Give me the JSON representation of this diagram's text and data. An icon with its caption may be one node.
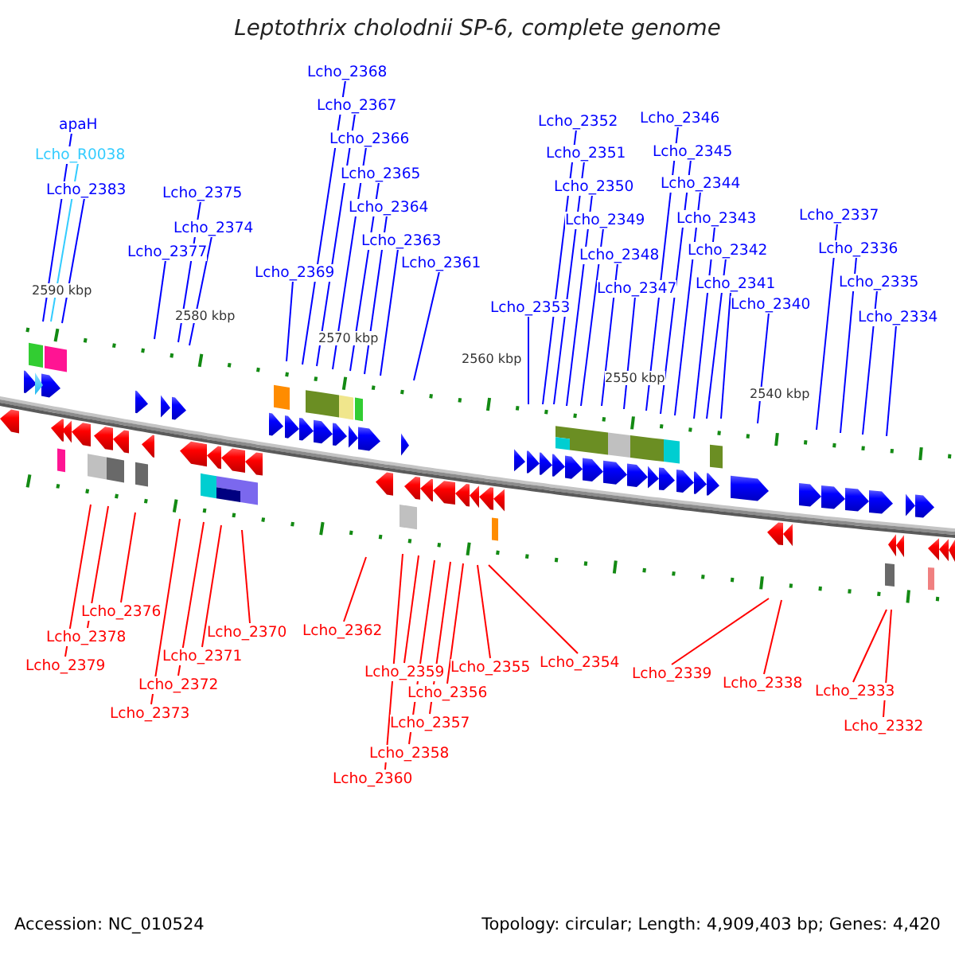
{
  "diagram": {
    "title": "Leptothrix cholodnii SP-6, complete genome",
    "nodes": [
      {
        "text": [
          "apaH"
        ]
      },
      {
        "text": [
          "Lcho_R0038"
        ]
      },
      {
        "text": [
          "Lcho_2383"
        ]
      },
      {
        "text": [
          "Lcho_2375"
        ]
      },
      {
        "text": [
          "Lcho_2374"
        ]
      },
      {
        "text": [
          "Lcho_2377"
        ]
      },
      {
        "text": [
          "Lcho_2368"
        ]
      },
      {
        "text": [
          "Lcho_2367"
        ]
      },
      {
        "text": [
          "Lcho_2366"
        ]
      },
      {
        "text": [
          "Lcho_2365"
        ]
      },
      {
        "text": [
          "Lcho_2364"
        ]
      },
      {
        "text": [
          "Lcho_2363"
        ]
      },
      {
        "text": [
          "Lcho_2361"
        ]
      },
      {
        "text": [
          "Lcho_2369"
        ]
      },
      {
        "text": [
          "Lcho_2352"
        ]
      },
      {
        "text": [
          "Lcho_2351"
        ]
      },
      {
        "text": [
          "Lcho_2350"
        ]
      },
      {
        "text": [
          "Lcho_2349"
        ]
      },
      {
        "text": [
          "Lcho_2348"
        ]
      },
      {
        "text": [
          "Lcho_2347"
        ]
      },
      {
        "text": [
          "Lcho_2353"
        ]
      },
      {
        "text": [
          "Lcho_2346"
        ]
      },
      {
        "text": [
          "Lcho_2345"
        ]
      },
      {
        "text": [
          "Lcho_2344"
        ]
      },
      {
        "text": [
          "Lcho_2343"
        ]
      },
      {
        "text": [
          "Lcho_2342"
        ]
      },
      {
        "text": [
          "Lcho_2341"
        ]
      },
      {
        "text": [
          "Lcho_2340"
        ]
      },
      {
        "text": [
          "Lcho_2337"
        ]
      },
      {
        "text": [
          "Lcho_2336"
        ]
      },
      {
        "text": [
          "Lcho_2335"
        ]
      },
      {
        "text": [
          "Lcho_2334"
        ]
      },
      {
        "text": [
          "Lcho_2376"
        ]
      },
      {
        "text": [
          "Lcho_2378"
        ]
      },
      {
        "text": [
          "Lcho_2379"
        ]
      },
      {
        "text": [
          "Lcho_2370"
        ]
      },
      {
        "text": [
          "Lcho_2371"
        ]
      },
      {
        "text": [
          "Lcho_2372"
        ]
      },
      {
        "text": [
          "Lcho_2373"
        ]
      },
      {
        "text": [
          "Lcho_2362"
        ]
      },
      {
        "text": [
          "Lcho_2359"
        ]
      },
      {
        "text": [
          "Lcho_2355"
        ]
      },
      {
        "text": [
          "Lcho_2356"
        ]
      },
      {
        "text": [
          "Lcho_2357"
        ]
      },
      {
        "text": [
          "Lcho_2358"
        ]
      },
      {
        "text": [
          "Lcho_2360"
        ]
      },
      {
        "text": [
          "Lcho_2354"
        ]
      },
      {
        "text": [
          "Lcho_2339"
        ]
      },
      {
        "text": [
          "Lcho_2338"
        ]
      },
      {
        "text": [
          "Lcho_2333"
        ]
      },
      {
        "text": [
          "Lcho_2332"
        ]
      }
    ],
    "edges": [
      {
        "from": 0,
        "to": null,
        "arrow": "none"
      },
      {
        "from": 1,
        "to": null,
        "arrow": "none",
        "color": "#33ccff"
      },
      {
        "from": 2,
        "to": null,
        "arrow": "none"
      },
      {
        "from": 3,
        "to": null,
        "arrow": "none"
      },
      {
        "from": 4,
        "to": null,
        "arrow": "none"
      },
      {
        "from": 5,
        "to": null,
        "arrow": "none"
      },
      {
        "from": 6,
        "to": null,
        "arrow": "none"
      },
      {
        "from": 7,
        "to": null,
        "arrow": "none"
      },
      {
        "from": 8,
        "to": null,
        "arrow": "none"
      },
      {
        "from": 9,
        "to": null,
        "arrow": "none"
      },
      {
        "from": 10,
        "to": null,
        "arrow": "none"
      },
      {
        "from": 11,
        "to": null,
        "arrow": "none"
      },
      {
        "from": 12,
        "to": null,
        "arrow": "none"
      },
      {
        "from": 13,
        "to": null,
        "arrow": "none"
      },
      {
        "from": 14,
        "to": null,
        "arrow": "none"
      },
      {
        "from": 15,
        "to": null,
        "arrow": "none"
      },
      {
        "from": 16,
        "to": null,
        "arrow": "none"
      },
      {
        "from": 17,
        "to": null,
        "arrow": "none"
      },
      {
        "from": 18,
        "to": null,
        "arrow": "none"
      },
      {
        "from": 19,
        "to": null,
        "arrow": "none"
      },
      {
        "from": 20,
        "to": null,
        "arrow": "none"
      },
      {
        "from": 21,
        "to": null,
        "arrow": "none"
      },
      {
        "from": 22,
        "to": null,
        "arrow": "none"
      },
      {
        "from": 23,
        "to": null,
        "arrow": "none"
      },
      {
        "from": 24,
        "to": null,
        "arrow": "none"
      },
      {
        "from": 25,
        "to": null,
        "arrow": "none"
      },
      {
        "from": 26,
        "to": null,
        "arrow": "none"
      },
      {
        "from": 27,
        "to": null,
        "arrow": "none"
      },
      {
        "from": 28,
        "to": null,
        "arrow": "none"
      },
      {
        "from": 29,
        "to": null,
        "arrow": "none"
      },
      {
        "from": 30,
        "to": null,
        "arrow": "none"
      },
      {
        "from": 31,
        "to": null,
        "arrow": "none"
      },
      {
        "from": 32,
        "to": null,
        "arrow": "none",
        "color": "#ff0000"
      },
      {
        "from": 33,
        "to": null,
        "arrow": "none",
        "color": "#ff0000"
      },
      {
        "from": 34,
        "to": null,
        "arrow": "none",
        "color": "#ff0000"
      },
      {
        "from": 35,
        "to": null,
        "arrow": "none",
        "color": "#ff0000"
      },
      {
        "from": 36,
        "to": null,
        "arrow": "none",
        "color": "#ff0000"
      },
      {
        "from": 37,
        "to": null,
        "arrow": "none",
        "color": "#ff0000"
      },
      {
        "from": 38,
        "to": null,
        "arrow": "none",
        "color": "#ff0000"
      },
      {
        "from": 39,
        "to": null,
        "arrow": "none",
        "color": "#ff0000"
      },
      {
        "from": 40,
        "to": null,
        "arrow": "none",
        "color": "#ff0000"
      },
      {
        "from": 41,
        "to": null,
        "arrow": "none",
        "color": "#ff0000"
      },
      {
        "from": 42,
        "to": null,
        "arrow": "none",
        "color": "#ff0000"
      },
      {
        "from": 43,
        "to": null,
        "arrow": "none",
        "color": "#ff0000"
      },
      {
        "from": 44,
        "to": null,
        "arrow": "none",
        "color": "#ff0000"
      },
      {
        "from": 45,
        "to": null,
        "arrow": "none",
        "color": "#ff0000"
      },
      {
        "from": 46,
        "to": null,
        "arrow": "none",
        "color": "#ff0000"
      },
      {
        "from": 47,
        "to": null,
        "arrow": "none",
        "color": "#ff0000"
      },
      {
        "from": 48,
        "to": null,
        "arrow": "none",
        "color": "#ff0000"
      },
      {
        "from": 49,
        "to": null,
        "arrow": "none",
        "color": "#ff0000"
      },
      {
        "from": 50,
        "to": null,
        "arrow": "none",
        "color": "#ff0000"
      }
    ],
    "labels": [
      "2590 kbp",
      "2580 kbp",
      "2570 kbp",
      "2560 kbp",
      "2550 kbp",
      "2540 kbp",
      "Accession: NC_010524",
      "Topology: circular; Length: 4,909,403 bp; Genes: 4,420"
    ]
  }
}
